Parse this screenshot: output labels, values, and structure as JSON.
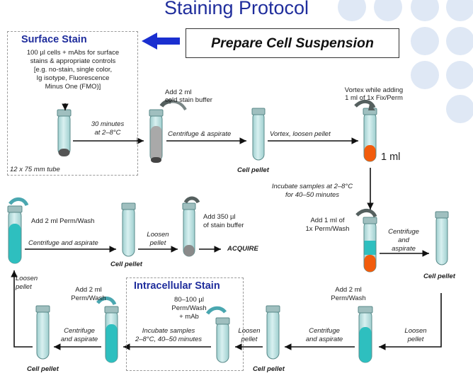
{
  "title": "Staining Protocol",
  "prepare": "Prepare Cell Suspension",
  "surface": {
    "heading": "Surface Stain",
    "lines": [
      "100 µl cells + mAbs for surface",
      "stains & appropriate controls",
      "[e.g. no-stain, single color,",
      "Ig isotype, Fluorescence",
      "Minus One (FMO)]"
    ],
    "tube_label": "12 x 75 mm tube"
  },
  "row1": {
    "incubate": [
      "30 minutes",
      "at 2–8°C"
    ],
    "add_cold": [
      "Add 2 ml",
      "cold stain buffer"
    ],
    "centrifuge": "Centrifuge & aspirate",
    "cell_pellet": "Cell pellet",
    "vortex_loosen": "Vortex, loosen pellet",
    "vortex_add": [
      "Vortex while adding",
      "1 ml of 1x Fix/Perm"
    ],
    "volume": "1 ml",
    "incubate_fix": [
      "Incubate samples at 2–8°C",
      "for 40–50 minutes"
    ]
  },
  "row2": {
    "add_perm": [
      "Add 1 ml of",
      "1x Perm/Wash"
    ],
    "centrifuge": [
      "Centrifuge",
      "and",
      "aspirate"
    ],
    "cell_pellet": "Cell pellet",
    "loosen": [
      "Loosen",
      "pellet"
    ]
  },
  "row3": {
    "add_perm": [
      "Add 2 ml",
      "Perm/Wash"
    ],
    "centrifuge": [
      "Centrifuge",
      "and aspirate"
    ],
    "cell_pellet": "Cell pellet",
    "loosen": [
      "Loosen",
      "pellet"
    ]
  },
  "intracellular": {
    "heading": "Intracellular Stain",
    "lines": [
      "80–100 µl",
      "Perm/Wash",
      "+ mAb"
    ],
    "incubate": [
      "Incubate samples",
      "2–8°C, 40–50 minutes"
    ]
  },
  "row3_left": {
    "add_perm": [
      "Add 2 ml",
      "Perm/Wash"
    ],
    "centrifuge": [
      "Centrifuge",
      "and aspirate"
    ],
    "cell_pellet": "Cell pellet",
    "loosen": [
      "Loosen",
      "pellet"
    ]
  },
  "top_left": {
    "add_perm": "Add 2 ml Perm/Wash",
    "centrifuge": "Centrifuge and aspirate",
    "cell_pellet": "Cell pellet",
    "loosen": [
      "Loosen",
      "pellet"
    ],
    "add_stain": [
      "Add 350 µl",
      "of stain buffer"
    ],
    "acquire": "ACQUIRE"
  },
  "colors": {
    "title": "#1f2d9c",
    "arrow_blue": "#1a2fd0",
    "tube": "#bfe4e4",
    "tube_stroke": "#5a8a8a",
    "cap": "#6b7a7a",
    "teal": "#2ebfbf",
    "orange": "#f25c0c",
    "gray_liquid": "#a9a9a9",
    "bubble": "#dfe8f5"
  }
}
